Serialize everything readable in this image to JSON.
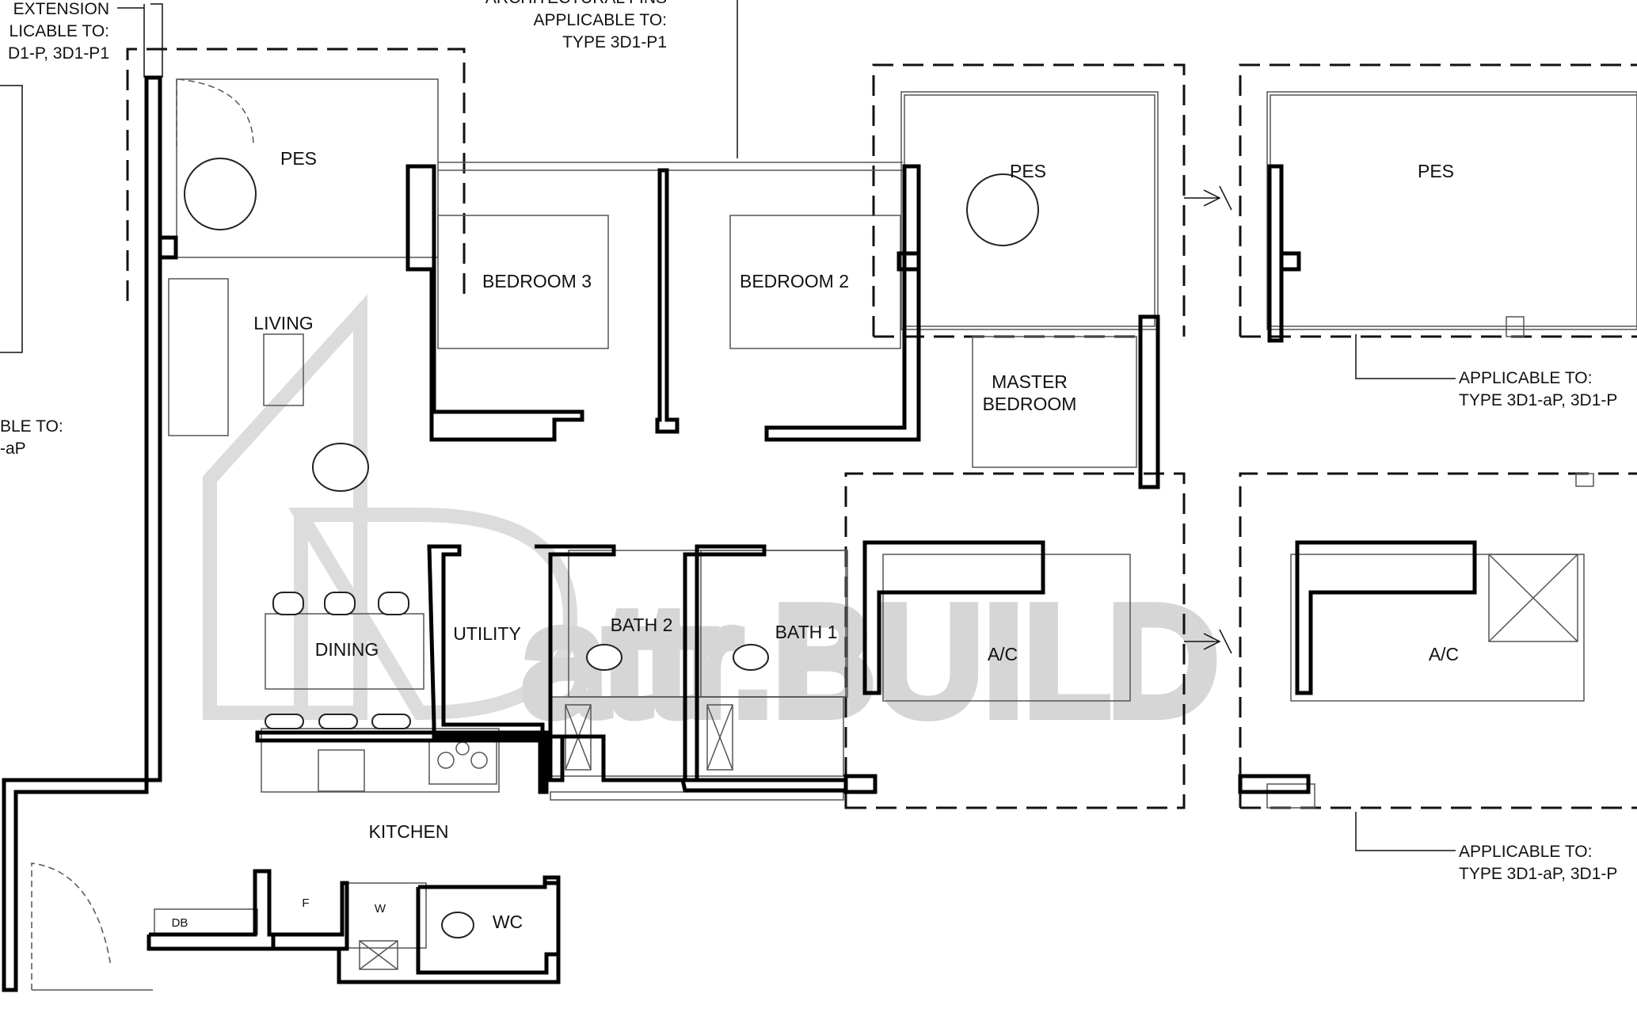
{
  "watermark": {
    "text": "attr.BUILD"
  },
  "rooms": {
    "pes_1": "PES",
    "pes_2": "PES",
    "pes_3": "PES",
    "bedroom_3": "BEDROOM 3",
    "bedroom_2": "BEDROOM 2",
    "master_bedroom_line1": "MASTER",
    "master_bedroom_line2": "BEDROOM",
    "living": "LIVING",
    "dining": "DINING",
    "utility": "UTILITY",
    "bath_2": "BATH 2",
    "bath_1": "BATH 1",
    "ac_1": "A/C",
    "ac_2": "A/C",
    "kitchen": "KITCHEN",
    "wc": "WC",
    "db": "DB",
    "fridge": "F",
    "washer": "W"
  },
  "notes": {
    "extension": {
      "line1": "EXTENSION",
      "line2": "LICABLE TO:",
      "line3": "D1-P, 3D1-P1"
    },
    "arch_fins": {
      "line1": "ARCHITECTURAL FINS",
      "line2": "APPLICABLE TO:",
      "line3": "TYPE 3D1-P1"
    },
    "left_cut": {
      "line1": "BLE TO:",
      "line2": "-aP"
    },
    "right_top": {
      "line1": "APPLICABLE TO:",
      "line2": "TYPE 3D1-aP, 3D1-P"
    },
    "right_bottom": {
      "line1": "APPLICABLE TO:",
      "line2": "TYPE 3D1-aP, 3D1-P"
    }
  }
}
